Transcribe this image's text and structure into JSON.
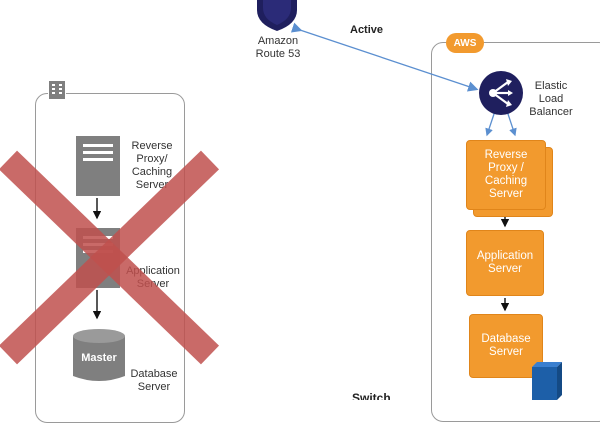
{
  "route53": {
    "line1": "Amazon",
    "line2": "Route 53"
  },
  "connection_label": "Active",
  "aws_badge": "AWS",
  "elb": {
    "line1": "Elastic",
    "line2": "Load",
    "line3": "Balancer"
  },
  "left_stack": {
    "reverse_proxy": {
      "line1": "Reverse",
      "line2": "Proxy/",
      "line3": "Caching",
      "line4": "Server"
    },
    "application": {
      "line1": "Application",
      "line2": "Server"
    },
    "database": {
      "cylinder_label": "Master",
      "line1": "Database",
      "line2": "Server"
    }
  },
  "right_stack": {
    "reverse_proxy": {
      "line1": "Reverse",
      "line2": "Proxy /",
      "line3": "Caching",
      "line4": "Server"
    },
    "application": {
      "line1": "Application",
      "line2": "Server"
    },
    "database": {
      "line1": "Database",
      "line2": "Server"
    }
  },
  "bottom_clipped_text": "Switch",
  "colors": {
    "orange": "#f29a2e",
    "navy": "#1f1f5e",
    "red_cross": "#c0504d",
    "gray_server": "#7f7f7f",
    "blue_storage": "#1d5fa8"
  }
}
